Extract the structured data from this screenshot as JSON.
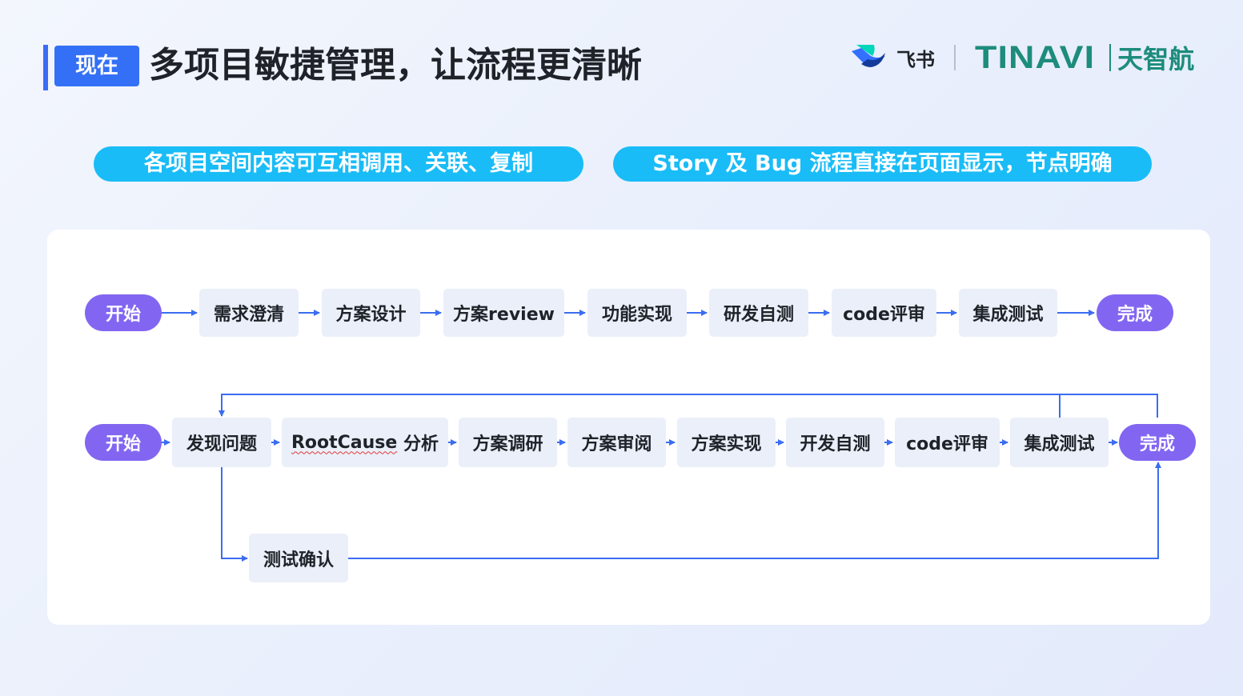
{
  "header": {
    "badge": "现在",
    "title": "多项目敏捷管理，让流程更清晰",
    "feishu_name": "飞书",
    "tinavi_name": "TINAVI",
    "tinavi_cn": "天智航"
  },
  "pills": [
    "各项目空间内容可互相调用、关联、复制",
    "Story 及 Bug 流程直接在页面显示，节点明确"
  ],
  "story_flow": {
    "start": "开始",
    "steps": [
      "需求澄清",
      "方案设计",
      "方案review",
      "功能实现",
      "研发自测",
      "code评审",
      "集成测试"
    ],
    "end": "完成"
  },
  "bug_flow": {
    "start": "开始",
    "steps": [
      "发现问题",
      "RootCause",
      "方案调研",
      "方案审阅",
      "方案实现",
      "开发自测",
      "code评审",
      "集成测试"
    ],
    "step2_suffix": "分析",
    "branch": "测试确认",
    "end": "完成"
  },
  "colors": {
    "primary": "#3370f6",
    "pill": "#19bcf7",
    "terminal": "#8266f1",
    "node": "#eaeff9",
    "arrow": "#3a6df0",
    "brand_green": "#1d8c7c"
  }
}
